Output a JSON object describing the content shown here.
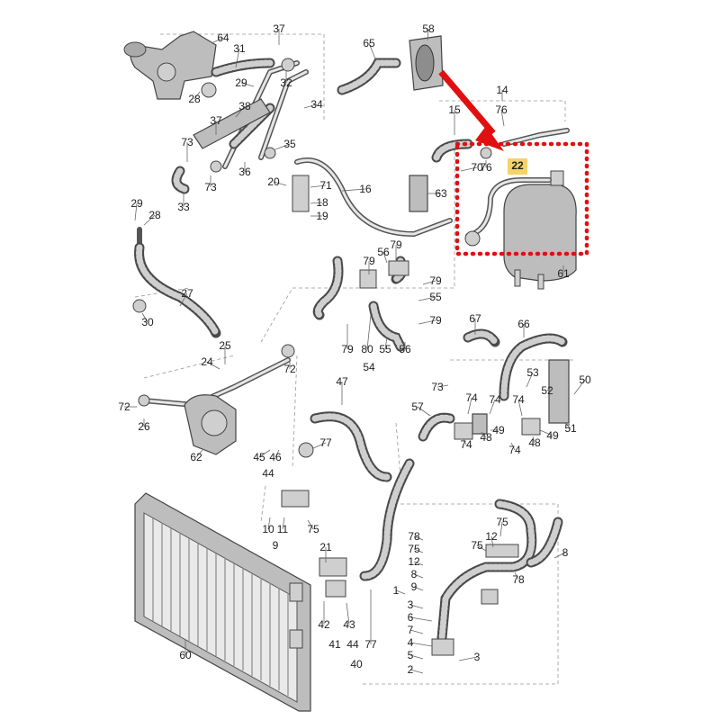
{
  "diagram": {
    "highlight_label": "22",
    "highlight_color": "#f3d36b",
    "highlight_box_color": "#e01010",
    "arrow_color": "#e01010",
    "labels": [
      {
        "id": "p64",
        "text": "64"
      },
      {
        "id": "p31",
        "text": "31"
      },
      {
        "id": "p37a",
        "text": "37"
      },
      {
        "id": "p65",
        "text": "65"
      },
      {
        "id": "p58",
        "text": "58"
      },
      {
        "id": "p29a",
        "text": "29"
      },
      {
        "id": "p32",
        "text": "32"
      },
      {
        "id": "p28a",
        "text": "28"
      },
      {
        "id": "p34",
        "text": "34"
      },
      {
        "id": "p38",
        "text": "38"
      },
      {
        "id": "p37b",
        "text": "37"
      },
      {
        "id": "p14",
        "text": "14"
      },
      {
        "id": "p76a",
        "text": "76"
      },
      {
        "id": "p15",
        "text": "15"
      },
      {
        "id": "p35",
        "text": "35"
      },
      {
        "id": "p73a",
        "text": "73"
      },
      {
        "id": "p36",
        "text": "36"
      },
      {
        "id": "p73b",
        "text": "73"
      },
      {
        "id": "p33",
        "text": "33"
      },
      {
        "id": "p70",
        "text": "70"
      },
      {
        "id": "p76b",
        "text": "76"
      },
      {
        "id": "p22",
        "text": "22"
      },
      {
        "id": "p20",
        "text": "20"
      },
      {
        "id": "p71",
        "text": "71"
      },
      {
        "id": "p16",
        "text": "16"
      },
      {
        "id": "p18",
        "text": "18"
      },
      {
        "id": "p19",
        "text": "19"
      },
      {
        "id": "p63",
        "text": "63"
      },
      {
        "id": "p29b",
        "text": "29"
      },
      {
        "id": "p28b",
        "text": "28"
      },
      {
        "id": "p79a",
        "text": "79"
      },
      {
        "id": "p56a",
        "text": "56"
      },
      {
        "id": "p79b",
        "text": "79"
      },
      {
        "id": "p79c",
        "text": "79"
      },
      {
        "id": "p55a",
        "text": "55"
      },
      {
        "id": "p79d",
        "text": "79"
      },
      {
        "id": "p61",
        "text": "61"
      },
      {
        "id": "p27",
        "text": "27"
      },
      {
        "id": "p30",
        "text": "30"
      },
      {
        "id": "p79e",
        "text": "79"
      },
      {
        "id": "p80",
        "text": "80"
      },
      {
        "id": "p55b",
        "text": "55"
      },
      {
        "id": "p56b",
        "text": "56"
      },
      {
        "id": "p54",
        "text": "54"
      },
      {
        "id": "p67",
        "text": "67"
      },
      {
        "id": "p66",
        "text": "66"
      },
      {
        "id": "p25",
        "text": "25"
      },
      {
        "id": "p24",
        "text": "24"
      },
      {
        "id": "p72a",
        "text": "72"
      },
      {
        "id": "p53",
        "text": "53"
      },
      {
        "id": "p47",
        "text": "47"
      },
      {
        "id": "p73c",
        "text": "73"
      },
      {
        "id": "p52",
        "text": "52"
      },
      {
        "id": "p50",
        "text": "50"
      },
      {
        "id": "p74a",
        "text": "74"
      },
      {
        "id": "p74b",
        "text": "74"
      },
      {
        "id": "p72b",
        "text": "72"
      },
      {
        "id": "p26",
        "text": "26"
      },
      {
        "id": "p57",
        "text": "57"
      },
      {
        "id": "p74c",
        "text": "74"
      },
      {
        "id": "p49a",
        "text": "49"
      },
      {
        "id": "p48a",
        "text": "48"
      },
      {
        "id": "p49b",
        "text": "49"
      },
      {
        "id": "p51",
        "text": "51"
      },
      {
        "id": "p77a",
        "text": "77"
      },
      {
        "id": "p74d",
        "text": "74"
      },
      {
        "id": "p48b",
        "text": "48"
      },
      {
        "id": "p74e",
        "text": "74"
      },
      {
        "id": "p62",
        "text": "62"
      },
      {
        "id": "p45",
        "text": "45"
      },
      {
        "id": "p46",
        "text": "46"
      },
      {
        "id": "p44",
        "text": "44"
      },
      {
        "id": "p75a",
        "text": "75"
      },
      {
        "id": "p10",
        "text": "10"
      },
      {
        "id": "p11",
        "text": "11"
      },
      {
        "id": "p9",
        "text": "9"
      },
      {
        "id": "p78a",
        "text": "78"
      },
      {
        "id": "p75b",
        "text": "75"
      },
      {
        "id": "p12a",
        "text": "12"
      },
      {
        "id": "p8a",
        "text": "8"
      },
      {
        "id": "p9b",
        "text": "9"
      },
      {
        "id": "p75c",
        "text": "75"
      },
      {
        "id": "p12b",
        "text": "12"
      },
      {
        "id": "p8b",
        "text": "8"
      },
      {
        "id": "p75d",
        "text": "75"
      },
      {
        "id": "p78b",
        "text": "78"
      },
      {
        "id": "p1",
        "text": "1"
      },
      {
        "id": "p3a",
        "text": "3"
      },
      {
        "id": "p6",
        "text": "6"
      },
      {
        "id": "p7",
        "text": "7"
      },
      {
        "id": "p4",
        "text": "4"
      },
      {
        "id": "p5",
        "text": "5"
      },
      {
        "id": "p2",
        "text": "2"
      },
      {
        "id": "p3b",
        "text": "3"
      },
      {
        "id": "p21",
        "text": "21"
      },
      {
        "id": "p43",
        "text": "43"
      },
      {
        "id": "p42",
        "text": "42"
      },
      {
        "id": "p41",
        "text": "41"
      },
      {
        "id": "p44b",
        "text": "44"
      },
      {
        "id": "p77b",
        "text": "77"
      },
      {
        "id": "p40",
        "text": "40"
      },
      {
        "id": "p60",
        "text": "60"
      }
    ]
  }
}
